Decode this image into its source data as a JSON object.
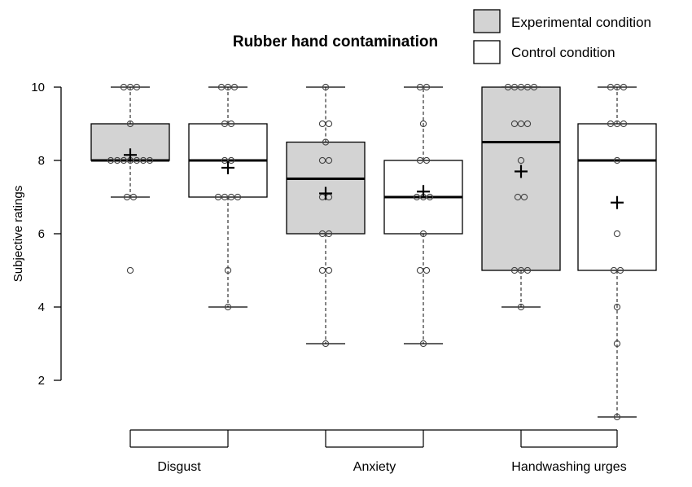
{
  "chart_data": {
    "type": "box",
    "title": "Rubber hand contamination",
    "ylabel": "Subjective ratings",
    "xlabel": "",
    "ylim": [
      1,
      10
    ],
    "yticks": [
      2,
      4,
      6,
      8,
      10
    ],
    "grid": false,
    "legend_position": "top-right",
    "colors": {
      "experimental": "#d3d3d3",
      "control": "#ffffff",
      "stroke": "#000000"
    },
    "series": [
      {
        "name": "Experimental condition",
        "key": "experimental"
      },
      {
        "name": "Control condition",
        "key": "control"
      }
    ],
    "groups": [
      {
        "label": "Disgust",
        "boxes": [
          {
            "series": "experimental",
            "min": 7,
            "q1": 8,
            "median": 8,
            "q3": 9,
            "max": 10,
            "mean": 8.15,
            "outliers": [
              5
            ],
            "points": [
              10,
              10,
              10,
              9,
              8,
              8,
              8,
              8,
              8,
              8,
              8,
              7,
              7
            ]
          },
          {
            "series": "control",
            "min": 4,
            "q1": 7,
            "median": 8,
            "q3": 9,
            "max": 10,
            "mean": 7.8,
            "outliers": [],
            "points": [
              10,
              10,
              10,
              9,
              9,
              8,
              8,
              7,
              7,
              7,
              7,
              5,
              4
            ]
          }
        ]
      },
      {
        "label": "Anxiety",
        "boxes": [
          {
            "series": "experimental",
            "min": 3,
            "q1": 6,
            "median": 7.5,
            "q3": 8.5,
            "max": 10,
            "mean": 7.1,
            "outliers": [],
            "points": [
              10,
              9,
              9,
              8.5,
              8,
              8,
              7,
              7,
              6,
              6,
              5,
              5,
              3
            ]
          },
          {
            "series": "control",
            "min": 3,
            "q1": 6,
            "median": 7,
            "q3": 8,
            "max": 10,
            "mean": 7.15,
            "outliers": [],
            "points": [
              10,
              10,
              9,
              8,
              8,
              7,
              7,
              7,
              6,
              5,
              5,
              3
            ]
          }
        ]
      },
      {
        "label": "Handwashing urges",
        "boxes": [
          {
            "series": "experimental",
            "min": 4,
            "q1": 5,
            "median": 8.5,
            "q3": 10,
            "max": 10,
            "mean": 7.7,
            "outliers": [],
            "points": [
              10,
              10,
              10,
              10,
              10,
              9,
              9,
              9,
              8,
              7,
              7,
              5,
              5,
              5,
              4
            ]
          },
          {
            "series": "control",
            "min": 1,
            "q1": 5,
            "median": 8,
            "q3": 9,
            "max": 10,
            "mean": 6.85,
            "outliers": [],
            "points": [
              10,
              10,
              10,
              9,
              9,
              9,
              8,
              6,
              5,
              5,
              4,
              3,
              1
            ]
          }
        ]
      }
    ]
  }
}
